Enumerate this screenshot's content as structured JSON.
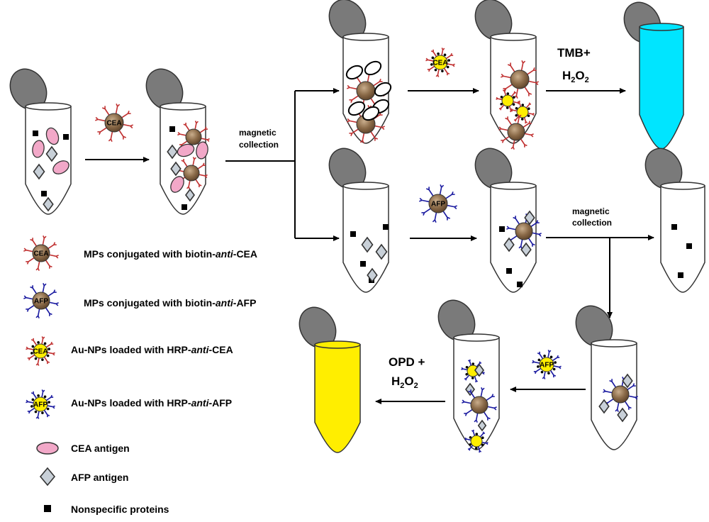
{
  "labels": {
    "magnetic_collection_1": [
      "magnetic",
      "collection"
    ],
    "magnetic_collection_2": [
      "magnetic",
      "collection"
    ],
    "tmb_line1": "TMB+",
    "h2o2_h": "H",
    "h2o2_sub1": "2",
    "h2o2_o": "O",
    "h2o2_sub2": "2",
    "opd_line1": "OPD +"
  },
  "particles": {
    "cea": "CEA",
    "afp": "AFP"
  },
  "legend": [
    {
      "key": "mp-cea",
      "text_pre": "MPs conjugated with biotin-",
      "text_italic": "anti",
      "text_post": "-CEA",
      "icon_label": "CEA"
    },
    {
      "key": "mp-afp",
      "text_pre": "MPs conjugated with biotin-",
      "text_italic": "anti",
      "text_post": "-AFP",
      "icon_label": "AFP"
    },
    {
      "key": "au-cea",
      "text_pre": "Au-NPs loaded with HRP-",
      "text_italic": "anti",
      "text_post": "-CEA",
      "icon_label": "CEA"
    },
    {
      "key": "au-afp",
      "text_pre": "Au-NPs loaded with HRP-",
      "text_italic": "anti",
      "text_post": "-AFP",
      "icon_label": "AFP"
    },
    {
      "key": "cea-antigen",
      "text_pre": "CEA antigen",
      "text_italic": "",
      "text_post": ""
    },
    {
      "key": "afp-antigen",
      "text_pre": "AFP antigen",
      "text_italic": "",
      "text_post": ""
    },
    {
      "key": "nonspecific",
      "text_pre": "Nonspecific proteins",
      "text_italic": "",
      "text_post": ""
    }
  ],
  "colors": {
    "mp_fill": "#8a6a48",
    "au_fill": "#ffee00",
    "cea_antibody": "#c03030",
    "afp_antibody": "#1a1aa0",
    "cea_antigen": "#f2a8c8",
    "afp_antigen": "#c8d0d8",
    "cap": "#7a7a7a",
    "tmb_result": "#00e5ff",
    "opd_result": "#ffee00"
  }
}
